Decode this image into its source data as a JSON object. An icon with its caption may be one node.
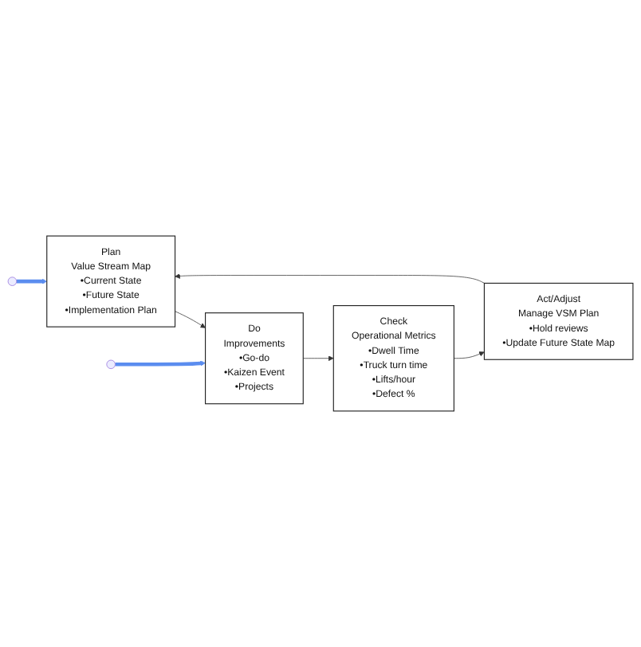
{
  "diagram": {
    "nodes": [
      {
        "text": [
          "Plan",
          "Value Stream Map",
          "•Current State",
          "•Future State",
          "•Implementation Plan"
        ]
      },
      {
        "text": [
          "Do",
          "Improvements",
          "•Go-do",
          "•Kaizen Event",
          "•Projects"
        ]
      },
      {
        "text": [
          "Check",
          "Operational Metrics",
          "•Dwell Time",
          "•Truck turn time",
          "•Lifts/hour",
          "•Defect %"
        ]
      },
      {
        "text": [
          "Act/Adjust",
          "Manage VSM Plan",
          "•Hold reviews",
          "•Update Future State Map"
        ]
      }
    ],
    "edges": [
      {
        "from": 0,
        "to": 1,
        "arrow": "to"
      },
      {
        "from": 1,
        "to": 2,
        "arrow": "to"
      },
      {
        "from": 2,
        "to": 3,
        "arrow": "to"
      },
      {
        "from": 3,
        "to": 0,
        "arrow": "to"
      },
      {
        "from": null,
        "to": 0,
        "arrow": "to",
        "style": "thick",
        "color": "#5b8def"
      },
      {
        "from": null,
        "to": 1,
        "arrow": "to",
        "style": "thick",
        "color": "#5b8def"
      }
    ]
  }
}
